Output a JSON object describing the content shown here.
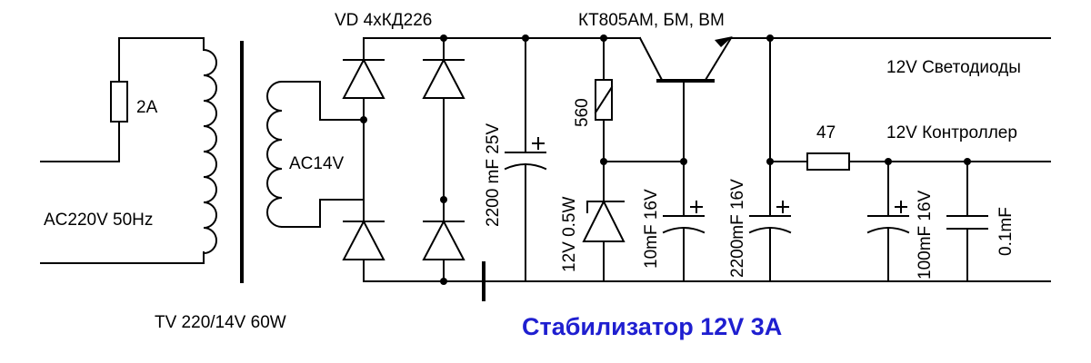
{
  "title": "Стабилизатор 12V 3A",
  "title_color": "#1f1fd0",
  "labels": {
    "fuse": "2A",
    "input": "AC220V 50Hz",
    "secondary": "AC14V",
    "transformer": "TV 220/14V 60W",
    "bridge": "VD 4хКД226",
    "transistor": "КТ805АМ, БМ, ВМ",
    "out_led": "12V Светодиоды",
    "out_ctrl": "12V Контроллер",
    "resistor_47": "47",
    "cap_2200_25": "2200 mF 25V",
    "resistor_560": "560",
    "zener": "12V 0.5W",
    "cap_10": "10mF 16V",
    "cap_2200_16": "2200mF 16V",
    "cap_100": "100mF 16V",
    "cap_01": "0.1mF"
  }
}
